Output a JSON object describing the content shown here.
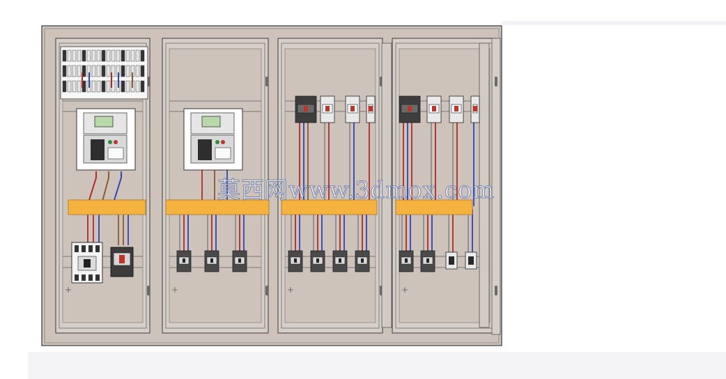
{
  "drawing": {
    "colors": {
      "cabinet_fill": "#cdc3bb",
      "cabinet_stroke": "#3a3a3a",
      "door_fill": "#d6cec8",
      "busbar": "#f6b23e",
      "wire_red": "#b22a22",
      "wire_blue": "#2d45b8",
      "wire_brown": "#8a5a33",
      "wire_grey": "#8c8c8c",
      "breaker_dark": "#404040",
      "breaker_white": "#f2f2f2",
      "screen_green": "#b9d8a8"
    },
    "sections": [
      {
        "name": "incoming-section-1",
        "top_module": "terminal-strip",
        "main_breaker": "acb",
        "lower_devices": [
          "mccb-white",
          "mccb-dark"
        ]
      },
      {
        "name": "incoming-section-2",
        "top_module": "none",
        "main_breaker": "acb",
        "lower_devices": [
          "mcb",
          "mcb",
          "mcb"
        ]
      },
      {
        "name": "feeder-section-1",
        "top_module": "breaker-row",
        "main_breaker": "none",
        "lower_devices": [
          "mcb",
          "mcb",
          "mcb",
          "mcb"
        ]
      },
      {
        "name": "feeder-section-2",
        "top_module": "breaker-row",
        "main_breaker": "none",
        "lower_devices": [
          "mcb",
          "mcb",
          "switch",
          "switch"
        ]
      }
    ]
  },
  "watermark": {
    "text": "莫西网www.3dmox.com"
  }
}
